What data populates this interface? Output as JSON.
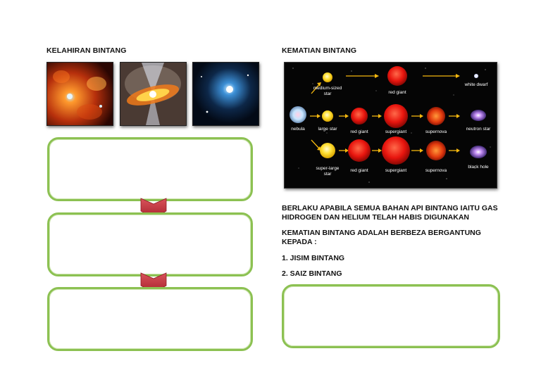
{
  "left": {
    "heading": "KELAHIRAN BINTANG",
    "images": [
      {
        "icon": "orange-nebula-photo"
      },
      {
        "icon": "accretion-disk-photo"
      },
      {
        "icon": "blue-protostar-photo"
      }
    ]
  },
  "right": {
    "heading": "KEMATIAN BINTANG",
    "diagram": {
      "labels": {
        "medium_star": [
          "medium-sized",
          "star"
        ],
        "red_giant_top": "red giant",
        "white_dwarf": "white dwarf",
        "nebula": "nebula",
        "large_star": "large star",
        "red_giant_mid": "red giant",
        "supergiant_mid": "supergiant",
        "supernova_mid": "supernova",
        "neutron_star": "neutron star",
        "super_large_star": [
          "super-large",
          "star"
        ],
        "red_giant_bot": "red giant",
        "supergiant_bot": "supergiant",
        "supernova_bot": "supernova",
        "black_hole": "black hole"
      },
      "colors": {
        "star_yellow": "#ffe033",
        "star_red": "#e8150e",
        "arrow": "#f5b80f",
        "box_border": "#8cc152"
      }
    },
    "paragraph1": [
      "BERLAKU APABILA SEMUA BAHAN API BINTANG IAITU GAS",
      "HIDROGEN DAN HELIUM TELAH HABIS DIGUNAKAN"
    ],
    "paragraph2": [
      "KEMATIAN BINTANG ADALAH BERBEZA BERGANTUNG",
      "KEPADA :"
    ],
    "item1": "1. JISIM BINTANG",
    "item2": "2. SAIZ BINTANG"
  }
}
